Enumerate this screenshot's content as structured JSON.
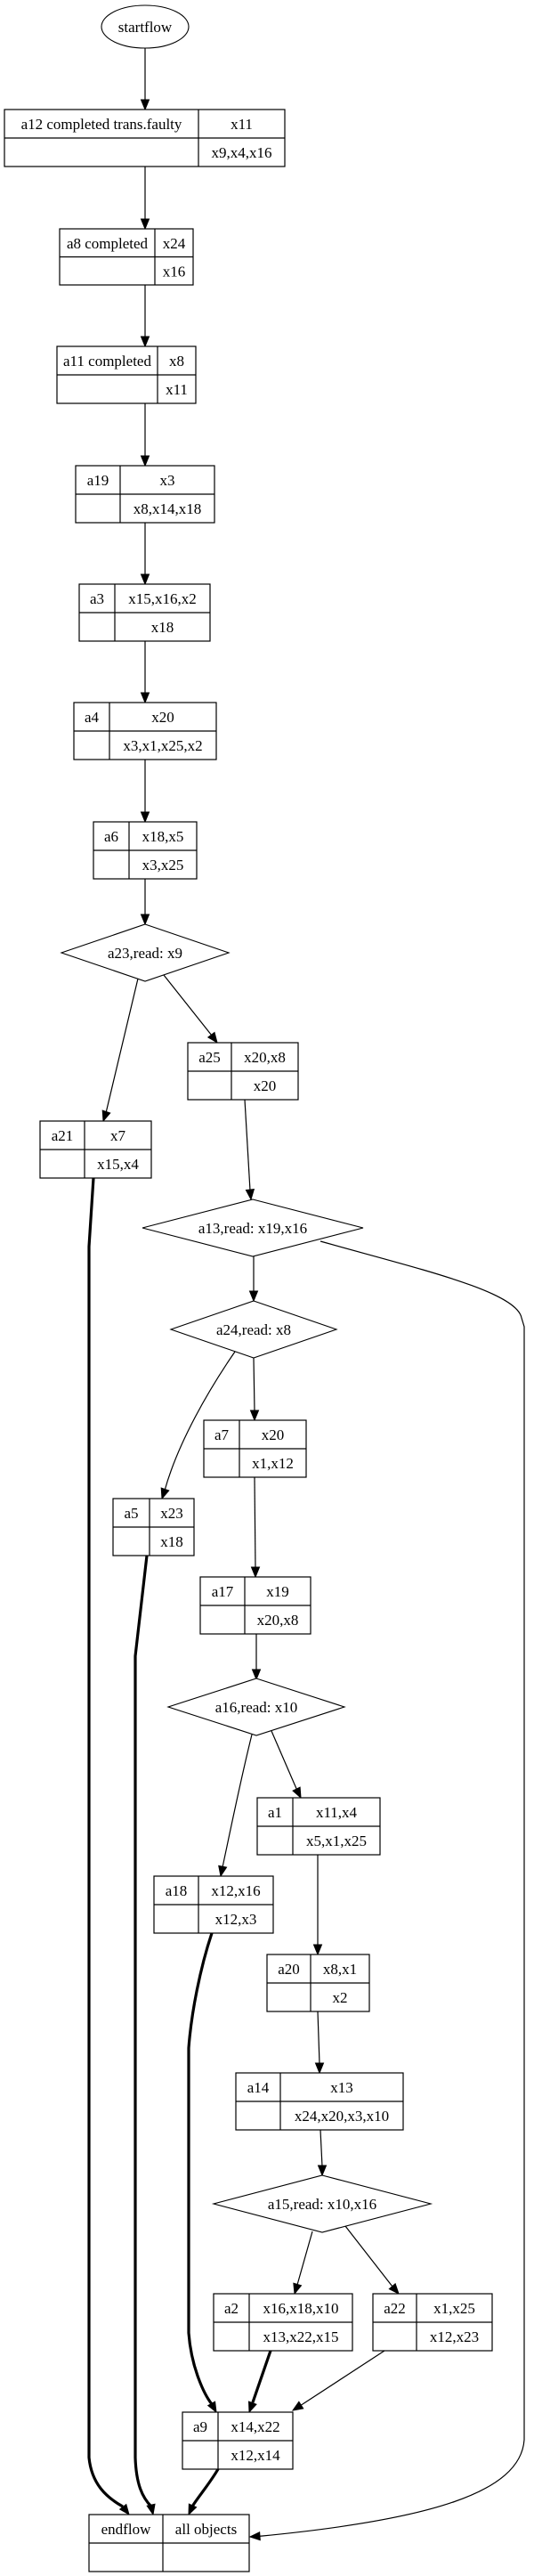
{
  "diagram": {
    "type": "flowchart",
    "start": {
      "id": "startflow",
      "label": "startflow"
    },
    "record_nodes": [
      {
        "id": "a12",
        "name": "a12 completed trans.faulty",
        "top": "x11",
        "bottom": "x9,x4,x16"
      },
      {
        "id": "a8",
        "name": "a8 completed",
        "top": "x24",
        "bottom": "x16"
      },
      {
        "id": "a11",
        "name": "a11  completed",
        "top": "x8",
        "bottom": "x11"
      },
      {
        "id": "a19",
        "name": "a19",
        "top": "x3",
        "bottom": "x8,x14,x18"
      },
      {
        "id": "a3",
        "name": "a3",
        "top": "x15,x16,x2",
        "bottom": "x18"
      },
      {
        "id": "a4",
        "name": "a4",
        "top": "x20",
        "bottom": "x3,x1,x25,x2"
      },
      {
        "id": "a6",
        "name": "a6",
        "top": "x18,x5",
        "bottom": "x3,x25"
      },
      {
        "id": "a25",
        "name": "a25",
        "top": "x20,x8",
        "bottom": "x20"
      },
      {
        "id": "a21",
        "name": "a21",
        "top": "x7",
        "bottom": "x15,x4"
      },
      {
        "id": "a7",
        "name": "a7",
        "top": "x20",
        "bottom": "x1,x12"
      },
      {
        "id": "a5",
        "name": "a5",
        "top": "x23",
        "bottom": "x18"
      },
      {
        "id": "a17",
        "name": "a17",
        "top": "x19",
        "bottom": "x20,x8"
      },
      {
        "id": "a1",
        "name": "a1",
        "top": "x11,x4",
        "bottom": "x5,x1,x25"
      },
      {
        "id": "a18",
        "name": "a18",
        "top": "x12,x16",
        "bottom": "x12,x3"
      },
      {
        "id": "a20",
        "name": "a20",
        "top": "x8,x1",
        "bottom": "x2"
      },
      {
        "id": "a14",
        "name": "a14",
        "top": "x13",
        "bottom": "x24,x20,x3,x10"
      },
      {
        "id": "a2",
        "name": "a2",
        "top": "x16,x18,x10",
        "bottom": "x13,x22,x15"
      },
      {
        "id": "a22",
        "name": "a22",
        "top": "x1,x25",
        "bottom": "x12,x23"
      },
      {
        "id": "a9",
        "name": "a9",
        "top": "x14,x22",
        "bottom": "x12,x14"
      },
      {
        "id": "endflow",
        "name": "endflow",
        "top": "all objects",
        "bottom": ""
      }
    ],
    "decision_nodes": [
      {
        "id": "a23",
        "label": "a23,read: x9"
      },
      {
        "id": "a13",
        "label": "a13,read: x19,x16"
      },
      {
        "id": "a24",
        "label": "a24,read: x8"
      },
      {
        "id": "a16",
        "label": "a16,read: x10"
      },
      {
        "id": "a15",
        "label": "a15,read: x10,x16"
      }
    ],
    "edges": [
      {
        "from": "startflow",
        "to": "a12",
        "style": "normal"
      },
      {
        "from": "a12",
        "to": "a8",
        "style": "normal"
      },
      {
        "from": "a8",
        "to": "a11",
        "style": "normal"
      },
      {
        "from": "a11",
        "to": "a19",
        "style": "normal"
      },
      {
        "from": "a19",
        "to": "a3",
        "style": "normal"
      },
      {
        "from": "a3",
        "to": "a4",
        "style": "normal"
      },
      {
        "from": "a4",
        "to": "a6",
        "style": "normal"
      },
      {
        "from": "a6",
        "to": "a23",
        "style": "normal"
      },
      {
        "from": "a23",
        "to": "a21",
        "style": "normal"
      },
      {
        "from": "a23",
        "to": "a25",
        "style": "normal"
      },
      {
        "from": "a25",
        "to": "a13",
        "style": "normal"
      },
      {
        "from": "a13",
        "to": "a24",
        "style": "normal"
      },
      {
        "from": "a13",
        "to": "endflow",
        "style": "normal"
      },
      {
        "from": "a24",
        "to": "a5",
        "style": "normal"
      },
      {
        "from": "a24",
        "to": "a7",
        "style": "normal"
      },
      {
        "from": "a7",
        "to": "a17",
        "style": "normal"
      },
      {
        "from": "a17",
        "to": "a16",
        "style": "normal"
      },
      {
        "from": "a16",
        "to": "a18",
        "style": "normal"
      },
      {
        "from": "a16",
        "to": "a1",
        "style": "normal"
      },
      {
        "from": "a1",
        "to": "a20",
        "style": "normal"
      },
      {
        "from": "a20",
        "to": "a14",
        "style": "normal"
      },
      {
        "from": "a14",
        "to": "a15",
        "style": "normal"
      },
      {
        "from": "a15",
        "to": "a2",
        "style": "normal"
      },
      {
        "from": "a15",
        "to": "a22",
        "style": "normal"
      },
      {
        "from": "a2",
        "to": "a9",
        "style": "bold"
      },
      {
        "from": "a22",
        "to": "a9",
        "style": "normal"
      },
      {
        "from": "a18",
        "to": "a9",
        "style": "bold"
      },
      {
        "from": "a9",
        "to": "endflow",
        "style": "bold"
      },
      {
        "from": "a21",
        "to": "endflow",
        "style": "bold"
      },
      {
        "from": "a5",
        "to": "endflow",
        "style": "bold"
      }
    ]
  }
}
